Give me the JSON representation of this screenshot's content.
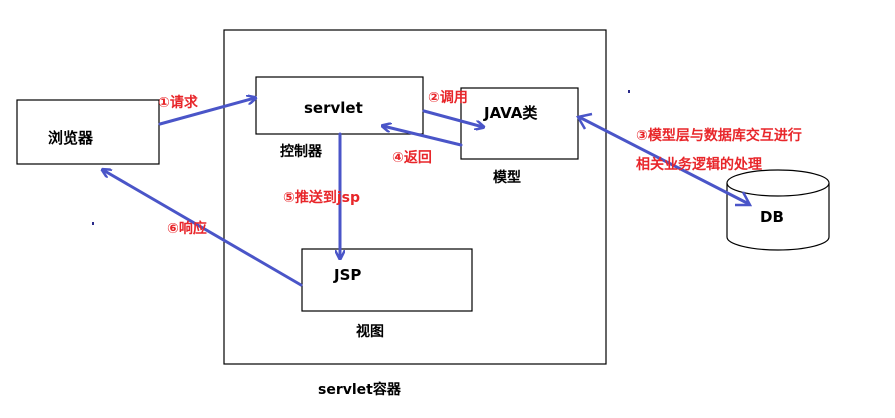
{
  "nodes": {
    "browser": "浏览器",
    "servlet": "servlet",
    "java": "JAVA类",
    "jsp": "JSP",
    "db": "DB"
  },
  "captions": {
    "controller": "控制器",
    "model": "模型",
    "view": "视图",
    "container": "servlet容器"
  },
  "steps": {
    "request": "①请求",
    "call": "②调用",
    "db_line1": "③模型层与数据库交互进行",
    "db_line2": "相关业务逻辑的处理",
    "return": "④返回",
    "push": "⑤推送到jsp",
    "respond": "⑥响应"
  },
  "colors": {
    "arrow": "#4a55c8",
    "label": "#e8262a"
  }
}
